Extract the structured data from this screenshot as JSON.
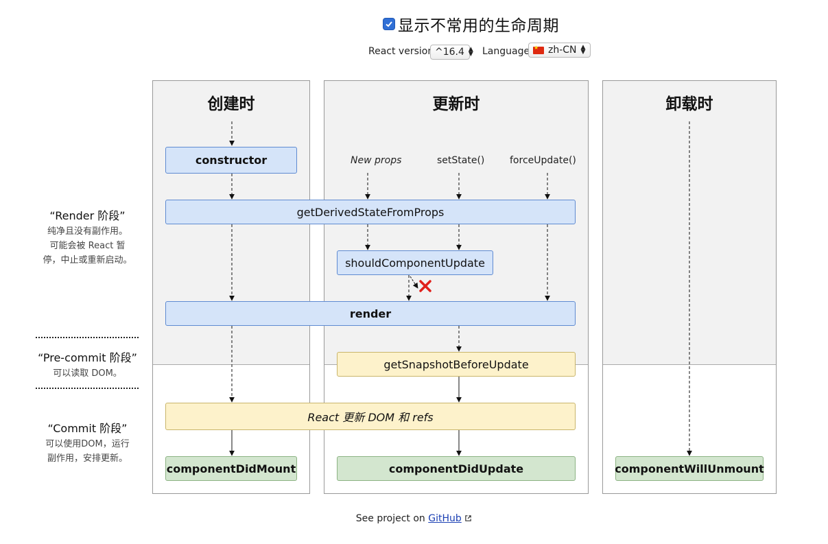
{
  "header": {
    "show_all_label": "显示不常用的生命周期",
    "show_all_checked": true,
    "react_version_label": "React version",
    "react_version_value": "^16.4",
    "language_label": "Language",
    "language_value": "zh-CN"
  },
  "panels": {
    "mount_title": "创建时",
    "update_title": "更新时",
    "unmount_title": "卸载时"
  },
  "triggers": {
    "new_props": "New props",
    "set_state": "setState()",
    "force_update": "forceUpdate()"
  },
  "methods": {
    "constructor": "constructor",
    "get_derived_state": "getDerivedStateFromProps",
    "should_update": "shouldComponentUpdate",
    "render": "render",
    "get_snapshot": "getSnapshotBeforeUpdate",
    "react_updates_dom": "React 更新 DOM 和 refs",
    "did_mount": "componentDidMount",
    "did_update": "componentDidUpdate",
    "will_unmount": "componentWillUnmount"
  },
  "phases": {
    "render_title": "“Render 阶段”",
    "render_desc_1": "纯净且没有副作用。",
    "render_desc_2": "可能会被 React 暂",
    "render_desc_3": "停，中止或重新启动。",
    "precommit_title": "“Pre-commit 阶段”",
    "precommit_desc": "可以读取 DOM。",
    "commit_title": "“Commit 阶段”",
    "commit_desc_1": "可以使用DOM，运行",
    "commit_desc_2": "副作用，安排更新。"
  },
  "footer": {
    "prefix": "See project on",
    "link": "GitHub"
  },
  "colors": {
    "render_box": "#d5e4f9",
    "commit_box": "#fdf2cb",
    "lifecycle_end_box": "#d3e6cf",
    "cancel_mark": "#e0201b"
  }
}
